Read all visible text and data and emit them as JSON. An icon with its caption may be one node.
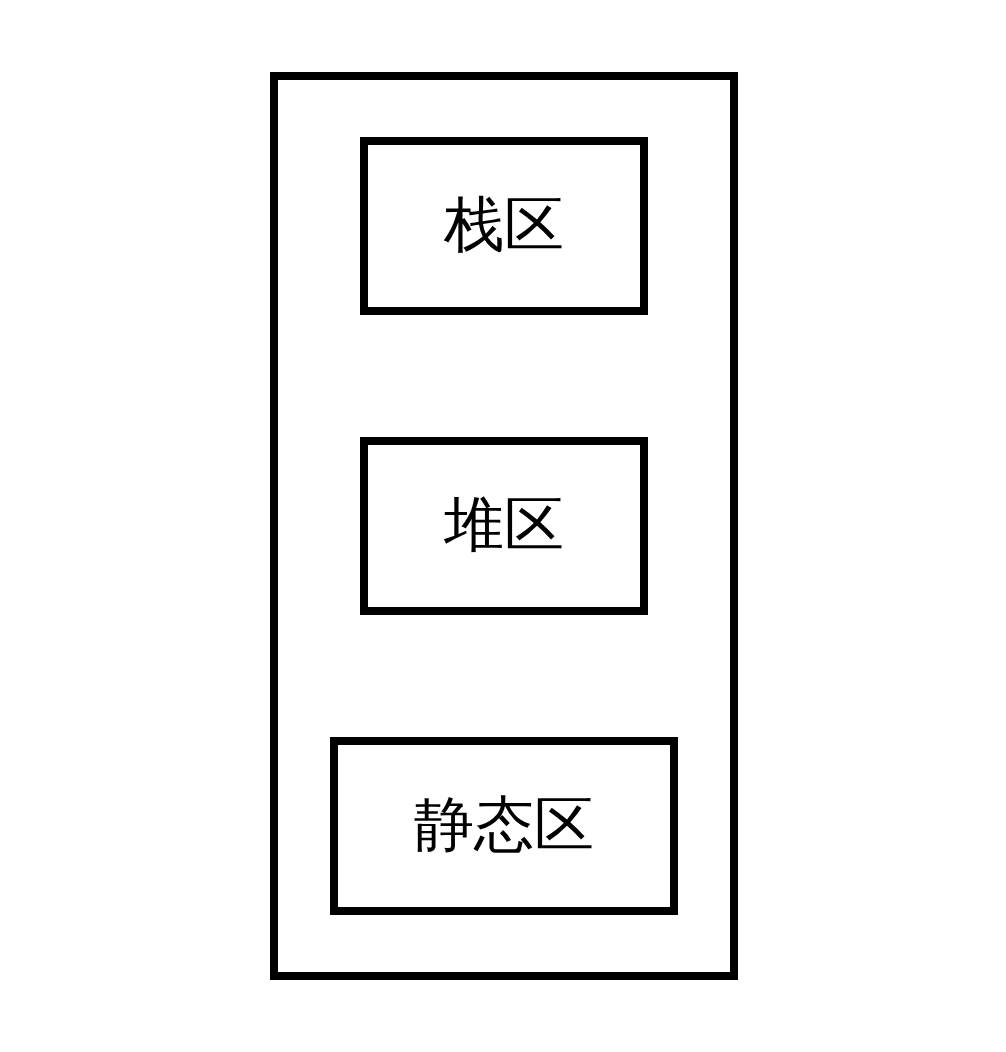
{
  "diagram": {
    "nodes": [
      {
        "text": [],
        "shape": "box"
      },
      {
        "text": [
          "栈区"
        ],
        "in": 0
      },
      {
        "text": [
          "堆区"
        ],
        "in": 0
      },
      {
        "text": [
          "静态区"
        ],
        "in": 0
      }
    ],
    "edges": []
  }
}
